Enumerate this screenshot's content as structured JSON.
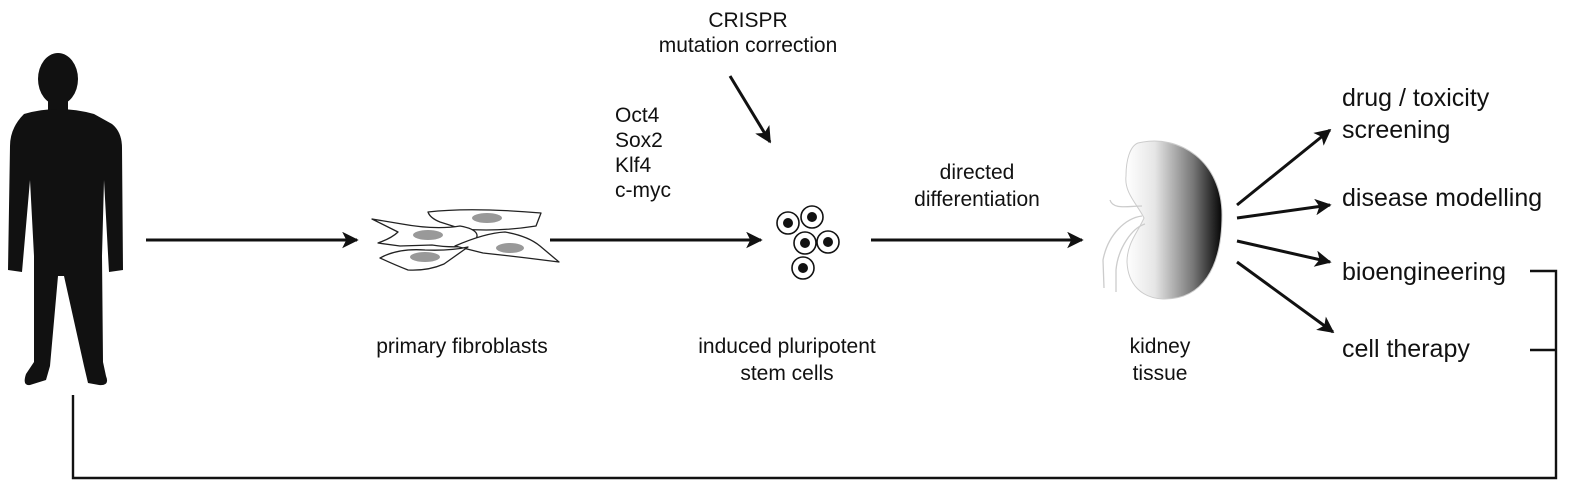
{
  "labels": {
    "crispr": "CRISPR",
    "mutation_correction": "mutation correction",
    "factors": [
      "Oct4",
      "Sox2",
      "Klf4",
      "c-myc"
    ],
    "directed_line1": "directed",
    "directed_line2": "differentiation",
    "primary_fibroblasts": "primary fibroblasts",
    "ipsc_line1": "induced pluripotent",
    "ipsc_line2": "stem cells",
    "kidney_line1": "kidney",
    "kidney_line2": "tissue",
    "drug_line1": "drug / toxicity",
    "drug_line2": "screening",
    "disease_modelling": "disease modelling",
    "bioengineering": "bioengineering",
    "cell_therapy": "cell therapy"
  },
  "icons": [
    "person-silhouette-icon",
    "fibroblast-cells-icon",
    "stem-cells-icon",
    "kidney-icon"
  ],
  "colors": {
    "ink": "#111111",
    "cell_nucleus": "#999999",
    "kidney_dark": "#000000",
    "kidney_light": "#ffffff"
  }
}
